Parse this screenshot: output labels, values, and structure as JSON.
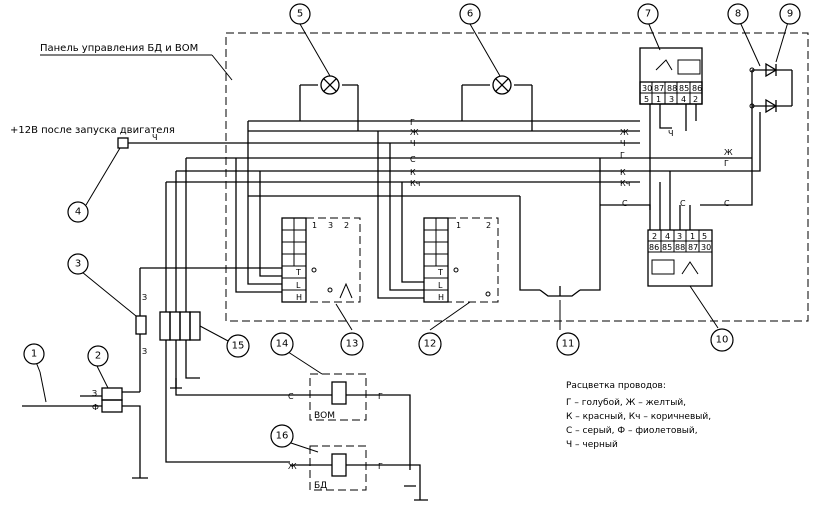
{
  "panel_title": "Панель управления БД и ВОМ",
  "power_label": "+12В после запуска двигателя",
  "legend": {
    "title": "Расцветка проводов:",
    "lines": [
      "Г – голубой, Ж – желтый,",
      "К – красный, Кч – коричневый,",
      "С – серый, Ф – фиолетовый,",
      "Ч – черный"
    ]
  },
  "callouts": [
    "1",
    "2",
    "3",
    "4",
    "5",
    "6",
    "7",
    "8",
    "9",
    "10",
    "11",
    "12",
    "13",
    "14",
    "15",
    "16"
  ],
  "wire_labels": {
    "g": "Г",
    "zh": "Ж",
    "ch": "Ч",
    "s": "С",
    "k": "К",
    "kch": "Кч",
    "z": "З",
    "f": "Ф"
  },
  "relay7_pins_top": [
    "30",
    "87",
    "88",
    "85",
    "86"
  ],
  "relay7_pins_bot": [
    "5",
    "1",
    "3",
    "4",
    "2"
  ],
  "relay10_pins_top": [
    "2",
    "4",
    "3",
    "1",
    "5"
  ],
  "relay10_pins_bot": [
    "86",
    "85",
    "88",
    "87",
    "30"
  ],
  "switch_pins": {
    "t": "Т",
    "l": "L",
    "h": "Н",
    "p1": "1",
    "p2": "2",
    "p3": "3"
  },
  "device_labels": {
    "vom": "ВОМ",
    "bd": "БД"
  }
}
